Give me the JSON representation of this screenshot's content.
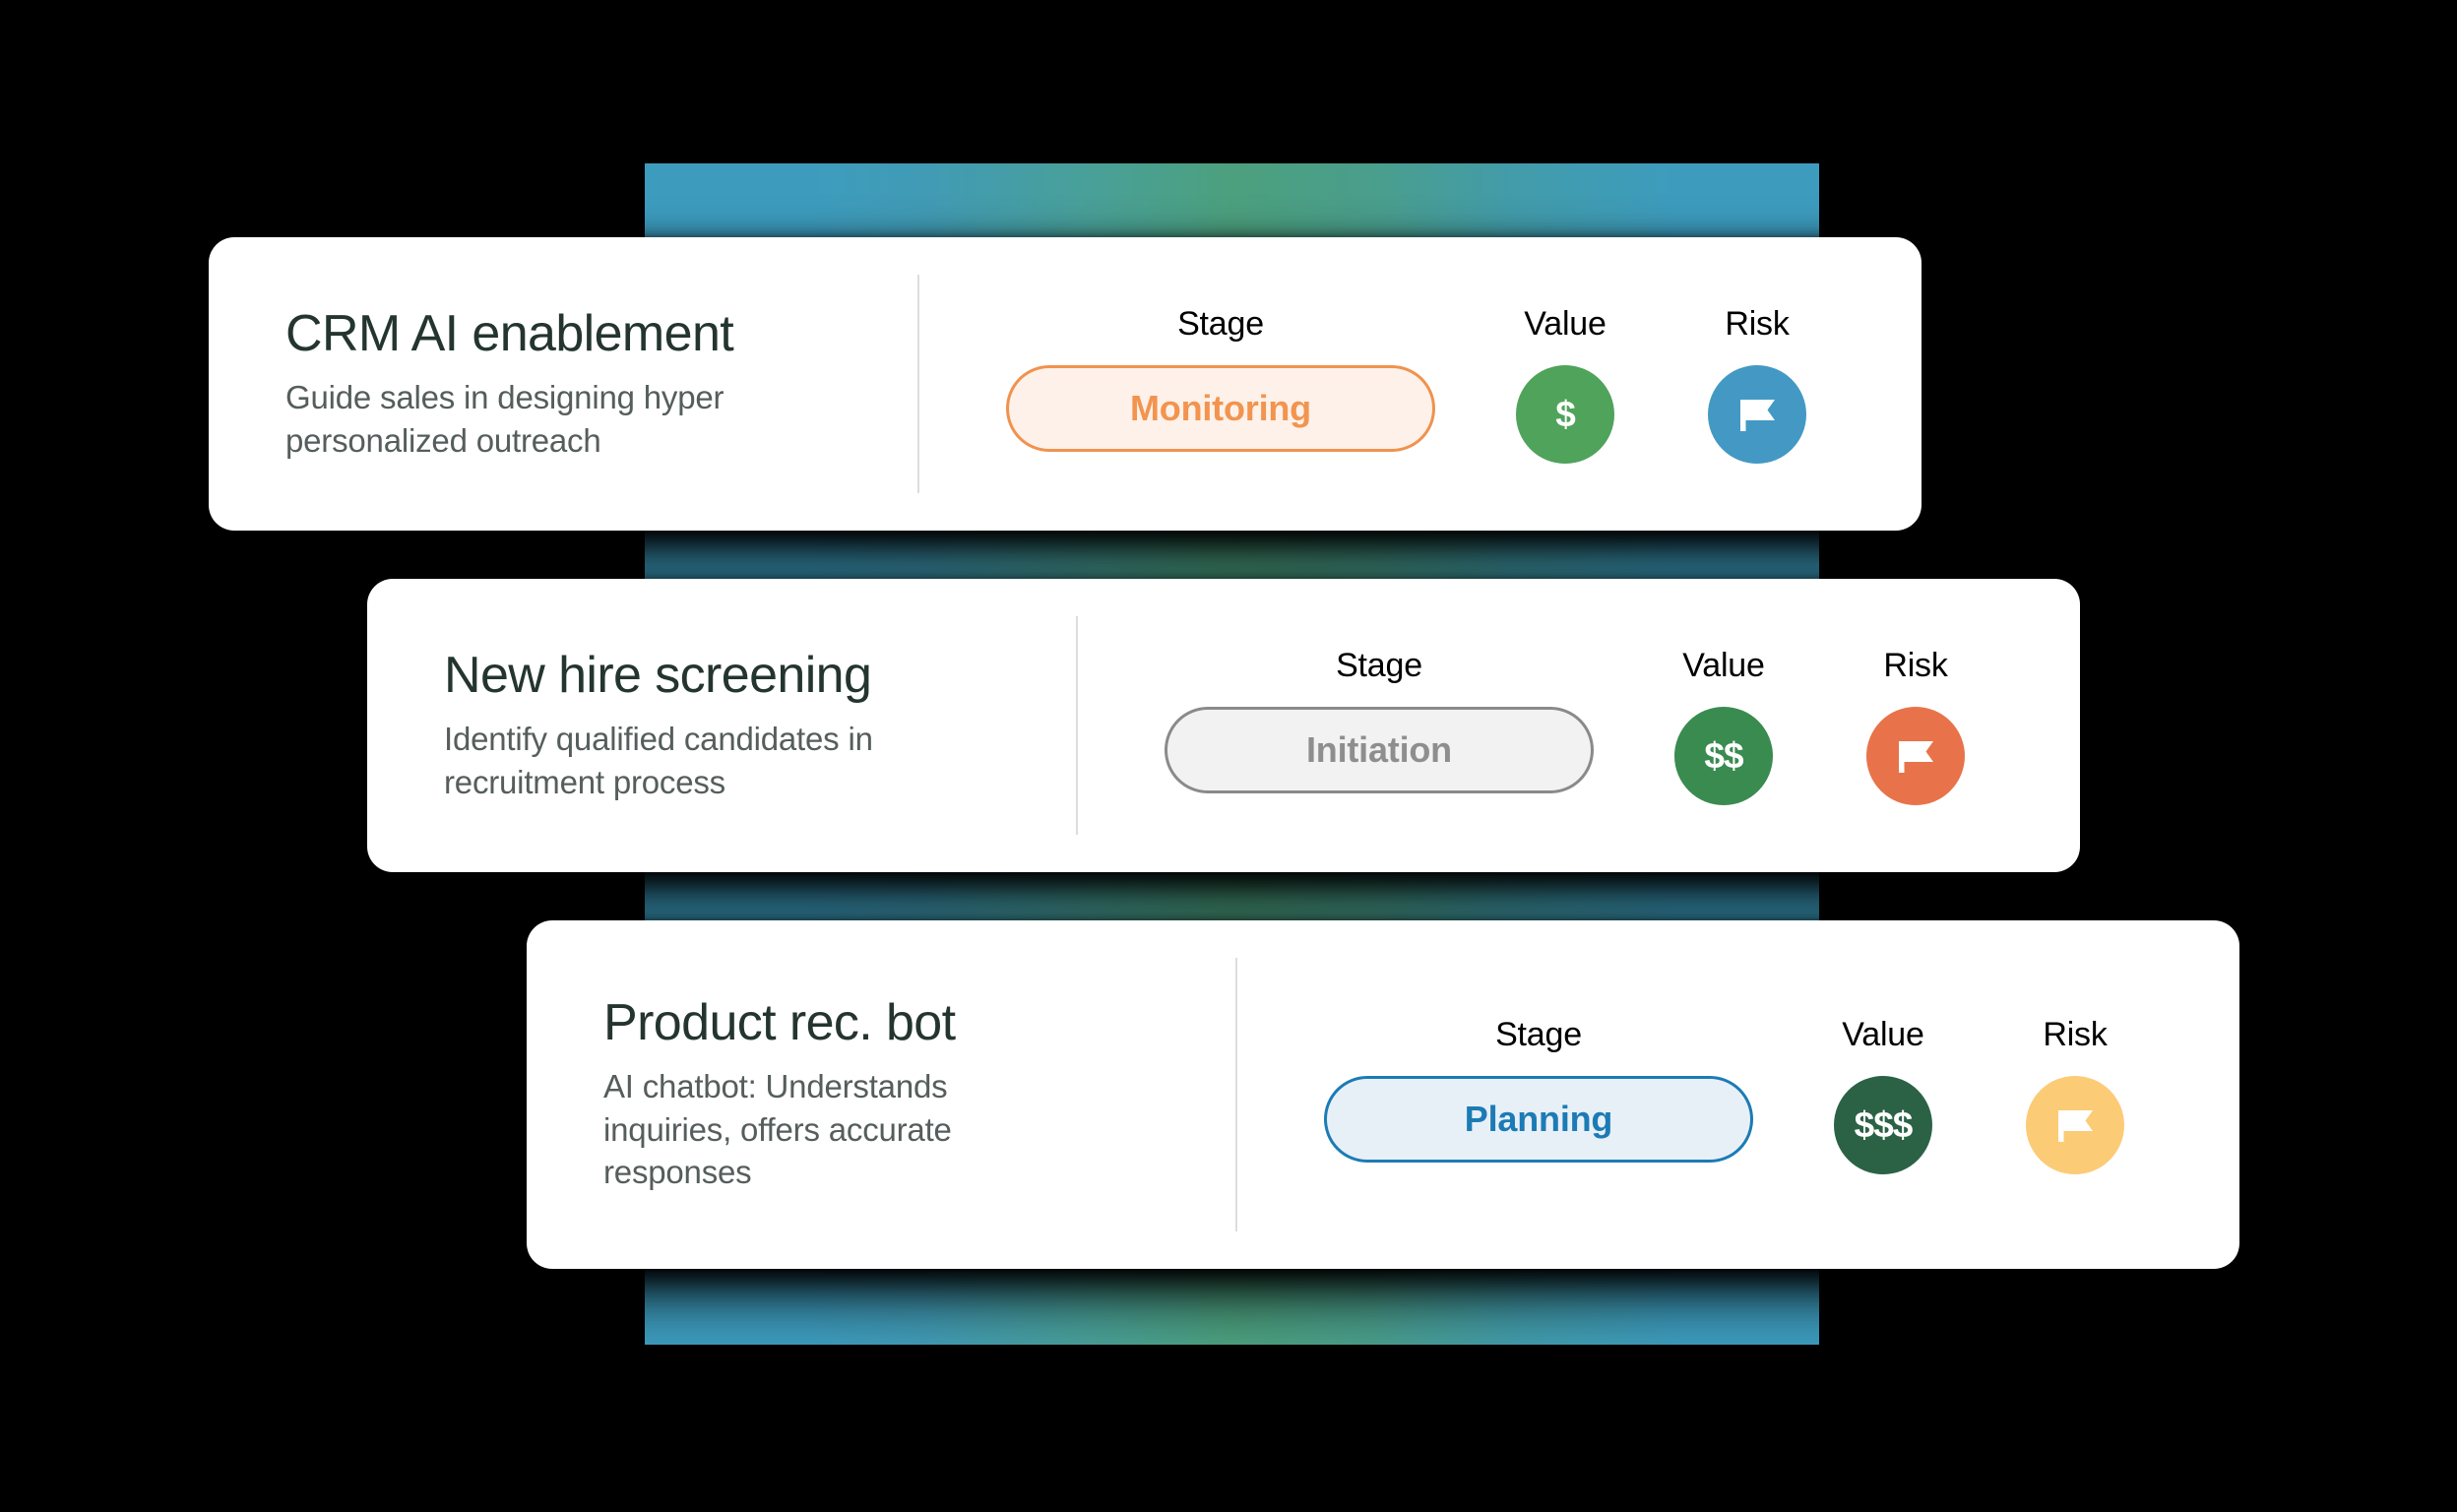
{
  "background": {
    "panel_gradient_start": "#3D9CBE",
    "panel_gradient_mid": "#4CA07E",
    "panel_gradient_end": "#3D9CBE",
    "page_background": "#000000"
  },
  "column_labels": {
    "stage": "Stage",
    "value": "Value",
    "risk": "Risk"
  },
  "cards": [
    {
      "title": "CRM AI enablement",
      "description": "Guide sales in designing hyper personalized outreach",
      "description_lines": [
        "Guide sales in designing hyper",
        "personalized outreach"
      ],
      "stage_label": "Stage",
      "stage_value": "Monitoring",
      "stage_color": "#F2944F",
      "stage_background": "#FDF1E9",
      "value_label": "Value",
      "value_value": "$",
      "value_color": "#4FA35B",
      "risk_label": "Risk",
      "risk_icon": "flag-icon",
      "risk_color": "#4399C4"
    },
    {
      "title": "New hire screening",
      "description": "Identify qualified candidates in recruitment process",
      "description_lines": [
        "Identify qualified candidates in",
        "recruitment process"
      ],
      "stage_label": "Stage",
      "stage_value": "Initiation",
      "stage_color": "#8E8E8E",
      "stage_background": "#F2F2F2",
      "value_label": "Value",
      "value_value": "$$",
      "value_color": "#3A8B50",
      "risk_label": "Risk",
      "risk_icon": "flag-icon",
      "risk_color": "#E8734A"
    },
    {
      "title": "Product rec. bot",
      "description": "AI chatbot: Understands inquiries, offers accurate responses",
      "description_lines": [
        "AI chatbot: Understands",
        "inquiries, offers accurate",
        "responses"
      ],
      "stage_label": "Stage",
      "stage_value": "Planning",
      "stage_color": "#1C7BB5",
      "stage_background": "#E8F0F7",
      "value_label": "Value",
      "value_value": "$$$",
      "value_color": "#2B6246",
      "risk_label": "Risk",
      "risk_icon": "flag-icon",
      "risk_color": "#FBCB76"
    }
  ]
}
